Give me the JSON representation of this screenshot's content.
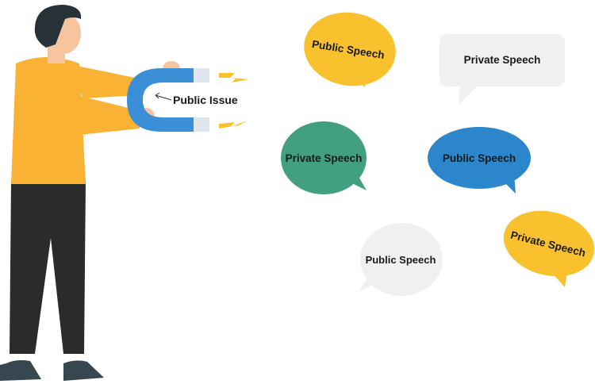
{
  "magnet": {
    "label": "Public Issue"
  },
  "bubbles": [
    {
      "label": "Public Speech",
      "color": "#f9c12e"
    },
    {
      "label": "Private Speech",
      "color": "#eef0f1"
    },
    {
      "label": "Private Speech",
      "color": "#42a081"
    },
    {
      "label": "Public Speech",
      "color": "#2b86cc"
    },
    {
      "label": "Public Speech",
      "color": "#eef0f1"
    },
    {
      "label": "Private Speech",
      "color": "#f9c12e"
    }
  ],
  "colors": {
    "shirt": "#f9b233",
    "pants": "#2b2b2b",
    "hair": "#263238",
    "skin": "#f7c4a0",
    "magnet": "#3b8fd6",
    "magnet_tip": "#dfe6ee",
    "spark": "#f9c12e"
  }
}
